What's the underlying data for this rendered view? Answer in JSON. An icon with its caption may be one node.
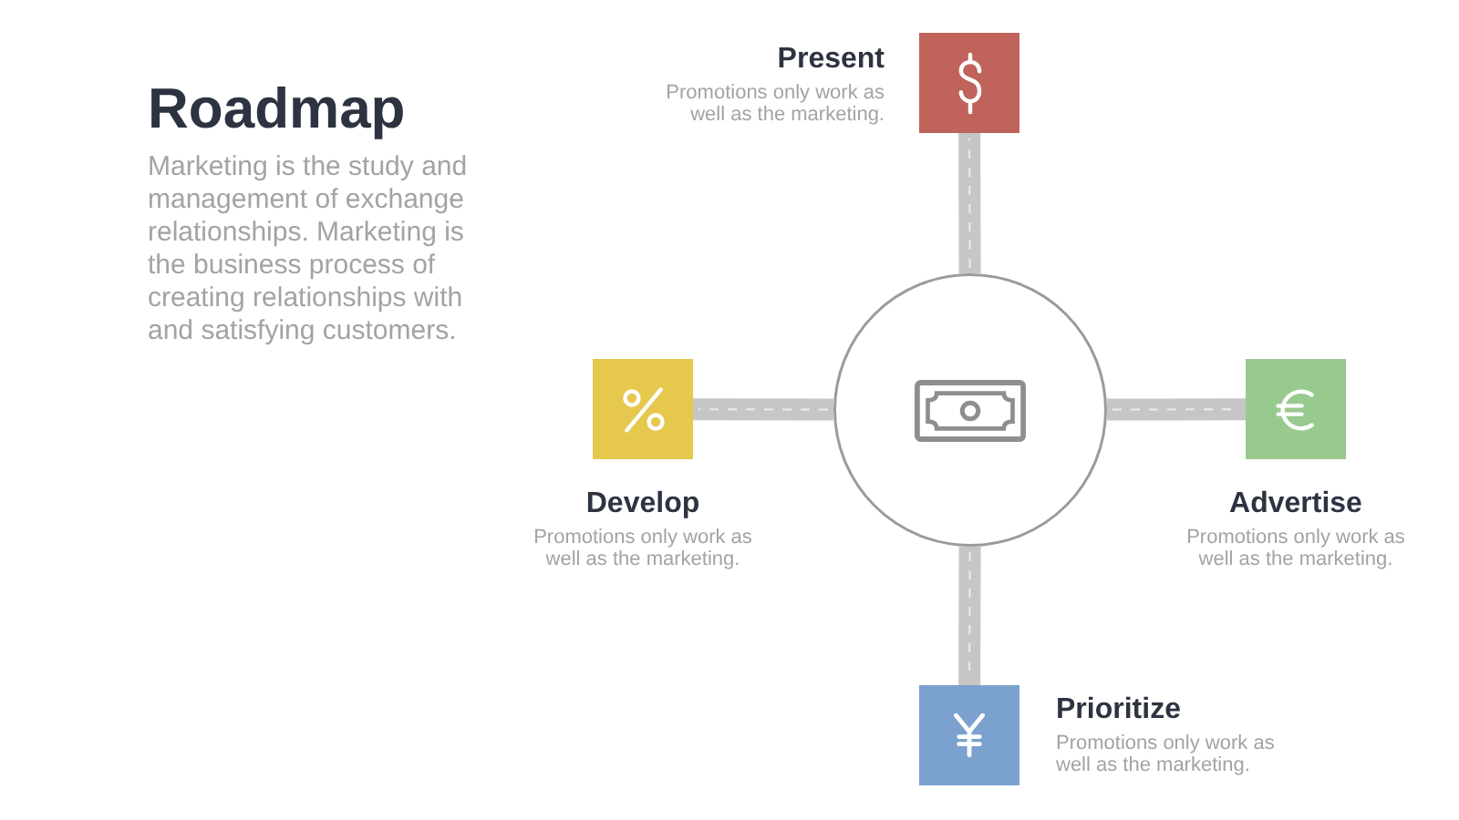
{
  "diagram": {
    "title": "Roadmap",
    "nodes": [
      {
        "text": [],
        "shape": "box",
        "beside": [
          "Present",
          "Promotions only work as well as the marketing."
        ]
      },
      {
        "text": [],
        "shape": "circle"
      },
      {
        "text": [],
        "shape": "box",
        "beside": [
          "Develop",
          "Promotions only work as well as the marketing."
        ]
      },
      {
        "text": [],
        "shape": "box",
        "beside": [
          "Advertise",
          "Promotions only work as well as the marketing."
        ]
      },
      {
        "text": [],
        "shape": "box",
        "beside": [
          "Prioritize",
          "Promotions only work as well as the marketing."
        ]
      }
    ],
    "edges": [
      {
        "from": 1,
        "to": 0,
        "arrow": "none"
      },
      {
        "from": 1,
        "to": 2,
        "arrow": "none"
      },
      {
        "from": 1,
        "to": 3,
        "arrow": "none"
      },
      {
        "from": 1,
        "to": 4,
        "arrow": "none"
      }
    ],
    "labels": [
      "Marketing is the study and management of exchange relationships. Marketing is the business process of creating relationships with and satisfying customers."
    ]
  }
}
